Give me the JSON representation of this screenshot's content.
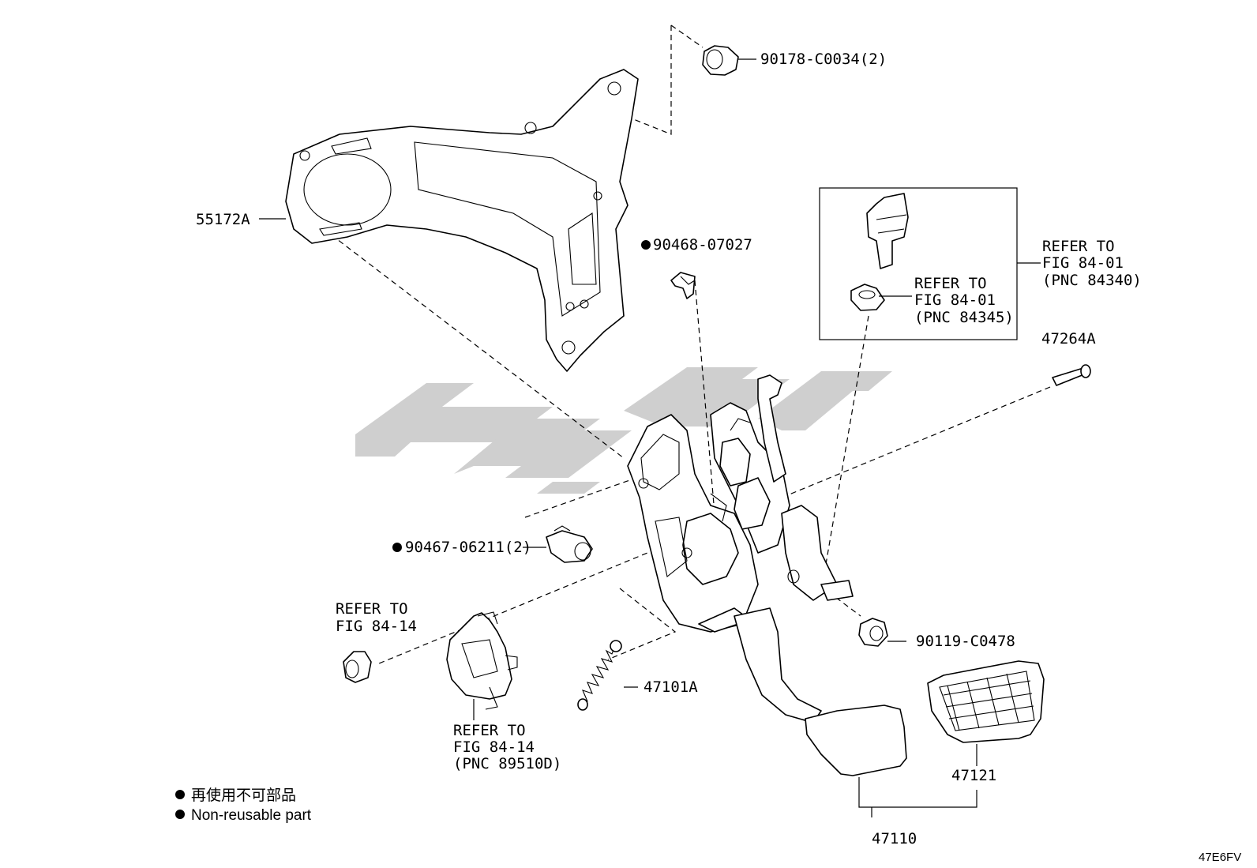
{
  "labels": {
    "p55172A": "55172A",
    "p90178": "90178-C0034(2)",
    "p90468": "90468-07027",
    "p90467": "90467-06211(2)",
    "p47264A": "47264A",
    "p90119": "90119-C0478",
    "p47101A": "47101A",
    "p47121": "47121",
    "p47110": "47110",
    "ref84340": [
      "REFER TO",
      "FIG 84-01",
      "(PNC 84340)"
    ],
    "ref84345": [
      "REFER TO",
      "FIG 84-01",
      "(PNC 84345)"
    ],
    "ref8414a": [
      "REFER TO",
      "FIG 84-14"
    ],
    "ref89510": [
      "REFER TO",
      "FIG 84-14",
      "(PNC 89510D)"
    ]
  },
  "legend": {
    "marker": "●",
    "line1": "再使用不可部品",
    "line2": "Non-reusable part"
  },
  "figure_code": "47E6FV"
}
